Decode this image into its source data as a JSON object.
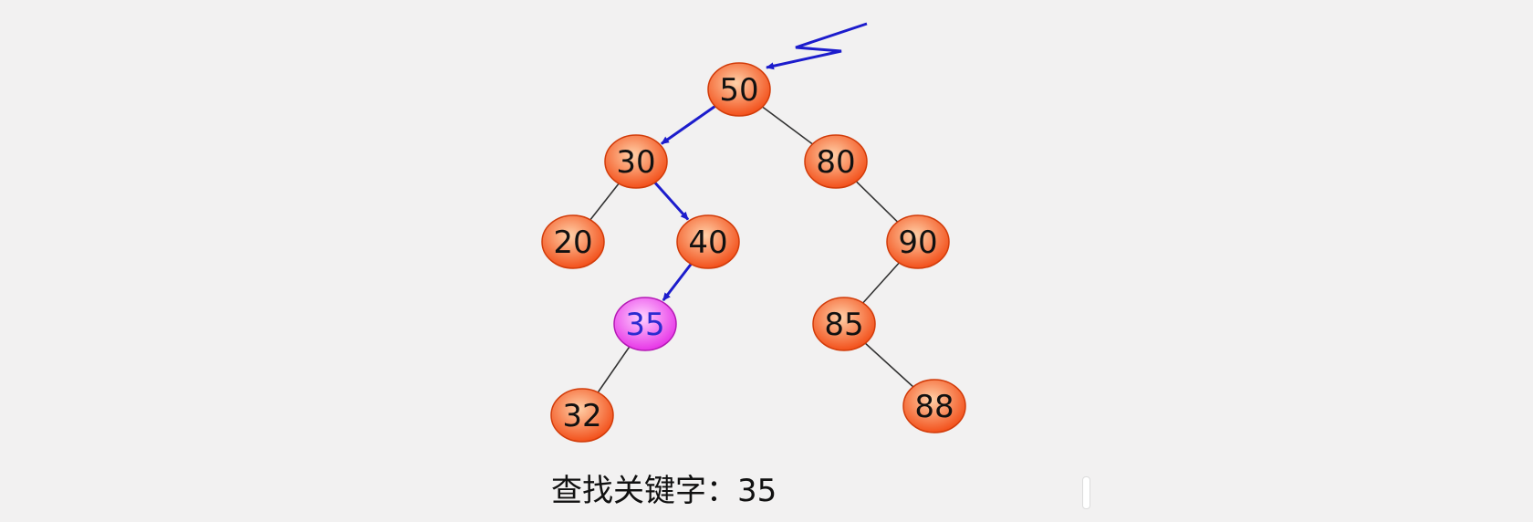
{
  "tree": {
    "nodes": [
      {
        "id": "n50",
        "label": "50",
        "state": "visited"
      },
      {
        "id": "n30",
        "label": "30",
        "state": "visited"
      },
      {
        "id": "n80",
        "label": "80",
        "state": "normal"
      },
      {
        "id": "n20",
        "label": "20",
        "state": "normal"
      },
      {
        "id": "n40",
        "label": "40",
        "state": "visited"
      },
      {
        "id": "n90",
        "label": "90",
        "state": "normal"
      },
      {
        "id": "n35",
        "label": "35",
        "state": "found"
      },
      {
        "id": "n85",
        "label": "85",
        "state": "normal"
      },
      {
        "id": "n32",
        "label": "32",
        "state": "normal"
      },
      {
        "id": "n88",
        "label": "88",
        "state": "normal"
      }
    ],
    "edges": [
      {
        "from": "n50",
        "to": "n30",
        "path": true
      },
      {
        "from": "n50",
        "to": "n80",
        "path": false
      },
      {
        "from": "n30",
        "to": "n20",
        "path": false
      },
      {
        "from": "n30",
        "to": "n40",
        "path": true
      },
      {
        "from": "n80",
        "to": "n90",
        "path": false
      },
      {
        "from": "n40",
        "to": "n35",
        "path": true
      },
      {
        "from": "n90",
        "to": "n85",
        "path": false
      },
      {
        "from": "n35",
        "to": "n32",
        "path": false
      },
      {
        "from": "n85",
        "to": "n88",
        "path": false
      }
    ]
  },
  "colors": {
    "node_fill_inner": "#ffd0a8",
    "node_fill_outer": "#f24a14",
    "node_stroke": "#d23c0a",
    "found_fill_inner": "#ffd2ff",
    "found_fill_outer": "#e62ee6",
    "found_stroke": "#b51ab5",
    "node_text": "#111111",
    "found_text": "#2b2bd0",
    "path_edge": "#1c1ccc",
    "plain_edge": "#333333"
  },
  "caption": {
    "label": "查找关键字：",
    "value": "35"
  }
}
